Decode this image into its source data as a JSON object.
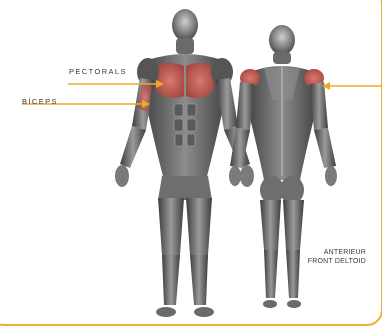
{
  "labels": {
    "pectorals": "PECTORALS",
    "biceps": "BÍCEPS",
    "anterior_line1": "ANTERIEUR",
    "anterior_line2": "FRONT DELTOID"
  },
  "colors": {
    "frame": "#e8b430",
    "arrow": "#f0a82a",
    "muscle_highlight": "#c9625a",
    "figure_dark": "#4a4a4a",
    "figure_light": "#bdbdbd"
  },
  "figures": [
    "front-body-figure",
    "back-body-figure"
  ]
}
